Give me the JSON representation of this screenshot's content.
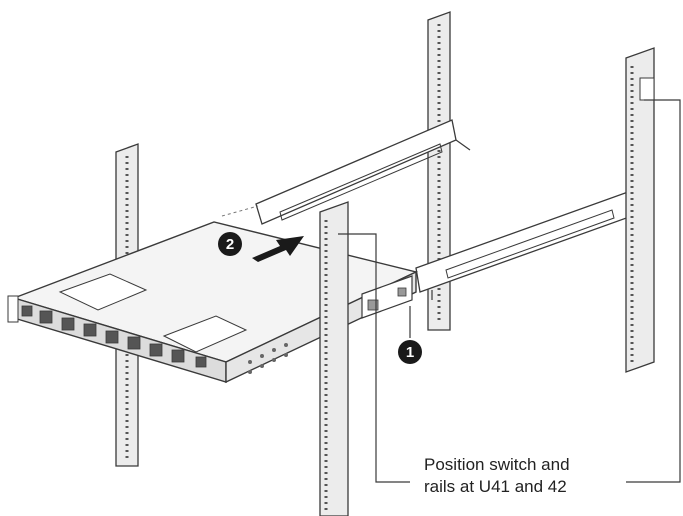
{
  "callouts": {
    "step_1": "1",
    "step_2": "2",
    "note_line_1": "Position switch and",
    "note_line_2": "rails at U41 and 42"
  },
  "colors": {
    "line": "#3a3a3a",
    "post_fill": "#ececec",
    "switch_top": "#f4f4f4",
    "switch_front": "#dcdcdc",
    "badge": "#1a1a1a"
  }
}
